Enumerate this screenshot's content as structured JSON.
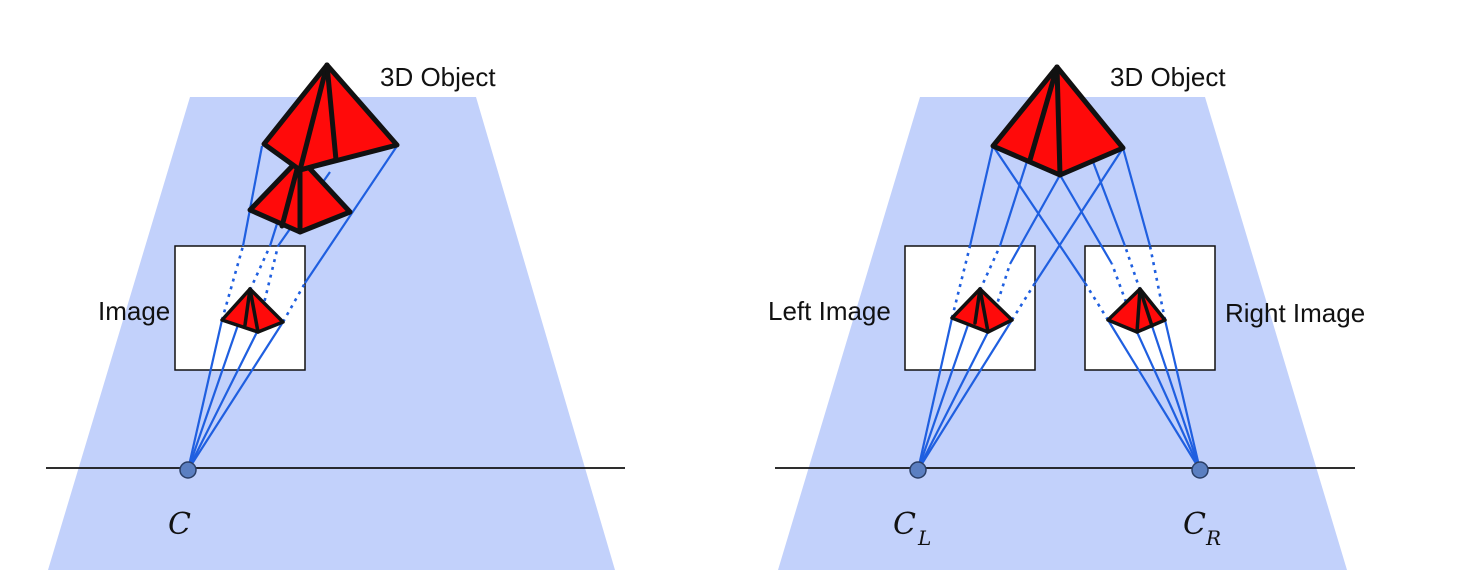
{
  "left_panel": {
    "object_label": "3D Object",
    "image_label": "Image",
    "camera_label": "C"
  },
  "right_panel": {
    "object_label": "3D Object",
    "left_image_label": "Left Image",
    "right_image_label": "Right Image",
    "left_camera_label": "C",
    "left_camera_sub": "L",
    "right_camera_label": "C",
    "right_camera_sub": "R"
  },
  "colors": {
    "frustum": "#c2d1fb",
    "ray": "#1f5fe0",
    "object": "#ff0a0a",
    "camera": "#5b7fc1"
  }
}
